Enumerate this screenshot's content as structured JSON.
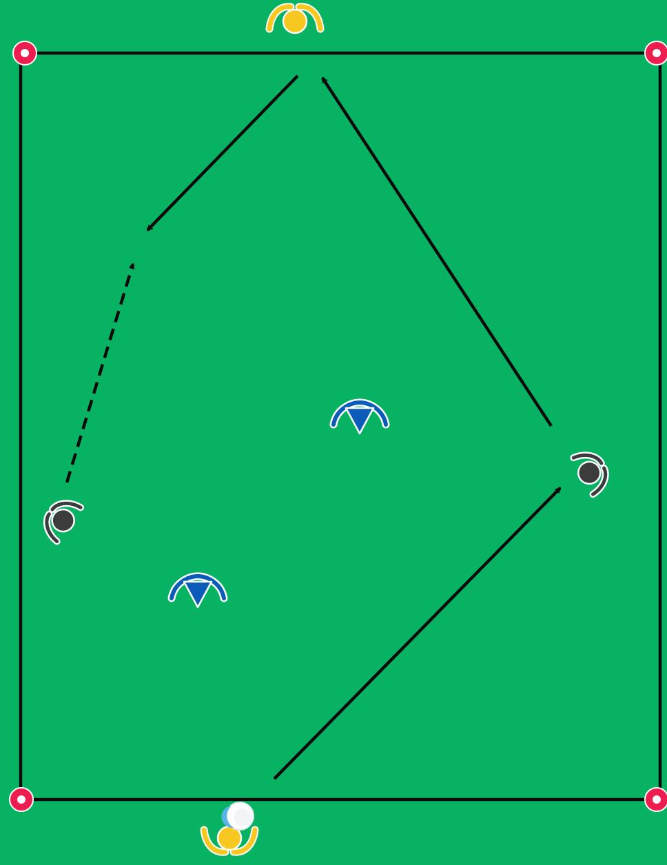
{
  "diagram": {
    "pitch_color": "#07b363",
    "line_color": "#0a0a0a",
    "corner_marker_color": "#ee1d4f",
    "arrow_color": "#0a0a0a",
    "players": [
      {
        "id": "yellow-player-top",
        "team": "yellow",
        "color": "#f7c81f",
        "icon": "player-icon"
      },
      {
        "id": "yellow-player-bottom",
        "team": "yellow",
        "color": "#f7c81f",
        "icon": "player-icon",
        "has_ball": true
      },
      {
        "id": "grey-player-left",
        "team": "grey",
        "color": "#3c3c3c",
        "icon": "player-icon"
      },
      {
        "id": "grey-player-right",
        "team": "grey",
        "color": "#3c3c3c",
        "icon": "player-icon"
      },
      {
        "id": "blue-defender-center",
        "team": "blue",
        "color": "#0a5cb8",
        "icon": "defender-icon"
      },
      {
        "id": "blue-defender-lower",
        "team": "blue",
        "color": "#0a5cb8",
        "icon": "defender-icon"
      }
    ],
    "ball": {
      "color": "#ffffff",
      "accent": "#5ab4e6",
      "icon": "ball-icon"
    },
    "movements": [
      {
        "id": "pass-bottom-to-right",
        "style": "solid"
      },
      {
        "id": "pass-right-to-top",
        "style": "solid"
      },
      {
        "id": "pass-top-to-left",
        "style": "solid"
      },
      {
        "id": "run-left-forward",
        "style": "dashed"
      }
    ]
  }
}
